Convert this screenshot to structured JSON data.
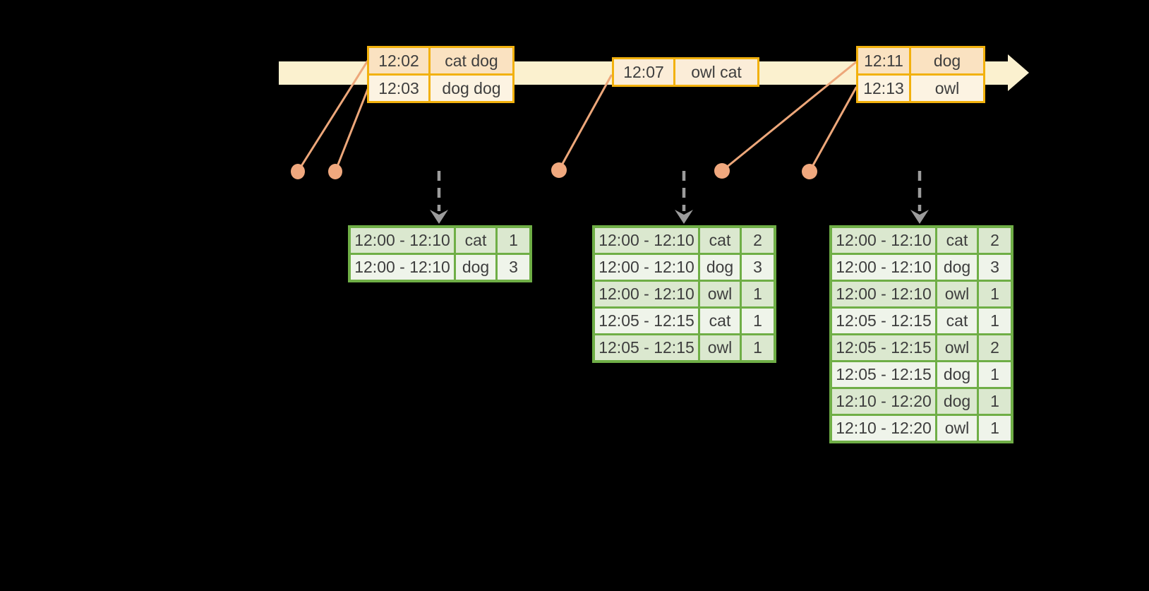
{
  "colors": {
    "background": "#000000",
    "timeline_band": "#FBF1CF",
    "event_table_border": "#F2B10D",
    "event_row_dark_bg": "#FAE2C1",
    "event_row_light_bg": "#FCF3E2",
    "event_single_row_bg": "#FBEDD8",
    "connector_line": "#EDA77A",
    "event_dot": "#F0A87E",
    "trigger_arrow": "#9C9C9C",
    "result_table_border": "#6FAE46",
    "result_row_dark_bg": "#DBE8CF",
    "result_row_light_bg": "#EFF4EA",
    "text": "#3E3E3E"
  },
  "event_tables": [
    {
      "rows": [
        {
          "time": "12:02",
          "words": "cat dog"
        },
        {
          "time": "12:03",
          "words": "dog dog"
        }
      ]
    },
    {
      "rows": [
        {
          "time": "12:07",
          "words": "owl cat"
        }
      ]
    },
    {
      "rows": [
        {
          "time": "12:11",
          "words": "dog"
        },
        {
          "time": "12:13",
          "words": "owl"
        }
      ]
    }
  ],
  "result_tables": [
    {
      "rows": [
        {
          "window": "12:00 - 12:10",
          "word": "cat",
          "count": "1"
        },
        {
          "window": "12:00 - 12:10",
          "word": "dog",
          "count": "3"
        }
      ]
    },
    {
      "rows": [
        {
          "window": "12:00 - 12:10",
          "word": "cat",
          "count": "2"
        },
        {
          "window": "12:00 - 12:10",
          "word": "dog",
          "count": "3"
        },
        {
          "window": "12:00 - 12:10",
          "word": "owl",
          "count": "1"
        },
        {
          "window": "12:05 - 12:15",
          "word": "cat",
          "count": "1"
        },
        {
          "window": "12:05 - 12:15",
          "word": "owl",
          "count": "1"
        }
      ]
    },
    {
      "rows": [
        {
          "window": "12:00 - 12:10",
          "word": "cat",
          "count": "2"
        },
        {
          "window": "12:00 - 12:10",
          "word": "dog",
          "count": "3"
        },
        {
          "window": "12:00 - 12:10",
          "word": "owl",
          "count": "1"
        },
        {
          "window": "12:05 - 12:15",
          "word": "cat",
          "count": "1"
        },
        {
          "window": "12:05 - 12:15",
          "word": "owl",
          "count": "2"
        },
        {
          "window": "12:05 - 12:15",
          "word": "dog",
          "count": "1"
        },
        {
          "window": "12:10 - 12:20",
          "word": "dog",
          "count": "1"
        },
        {
          "window": "12:10 - 12:20",
          "word": "owl",
          "count": "1"
        }
      ]
    }
  ]
}
